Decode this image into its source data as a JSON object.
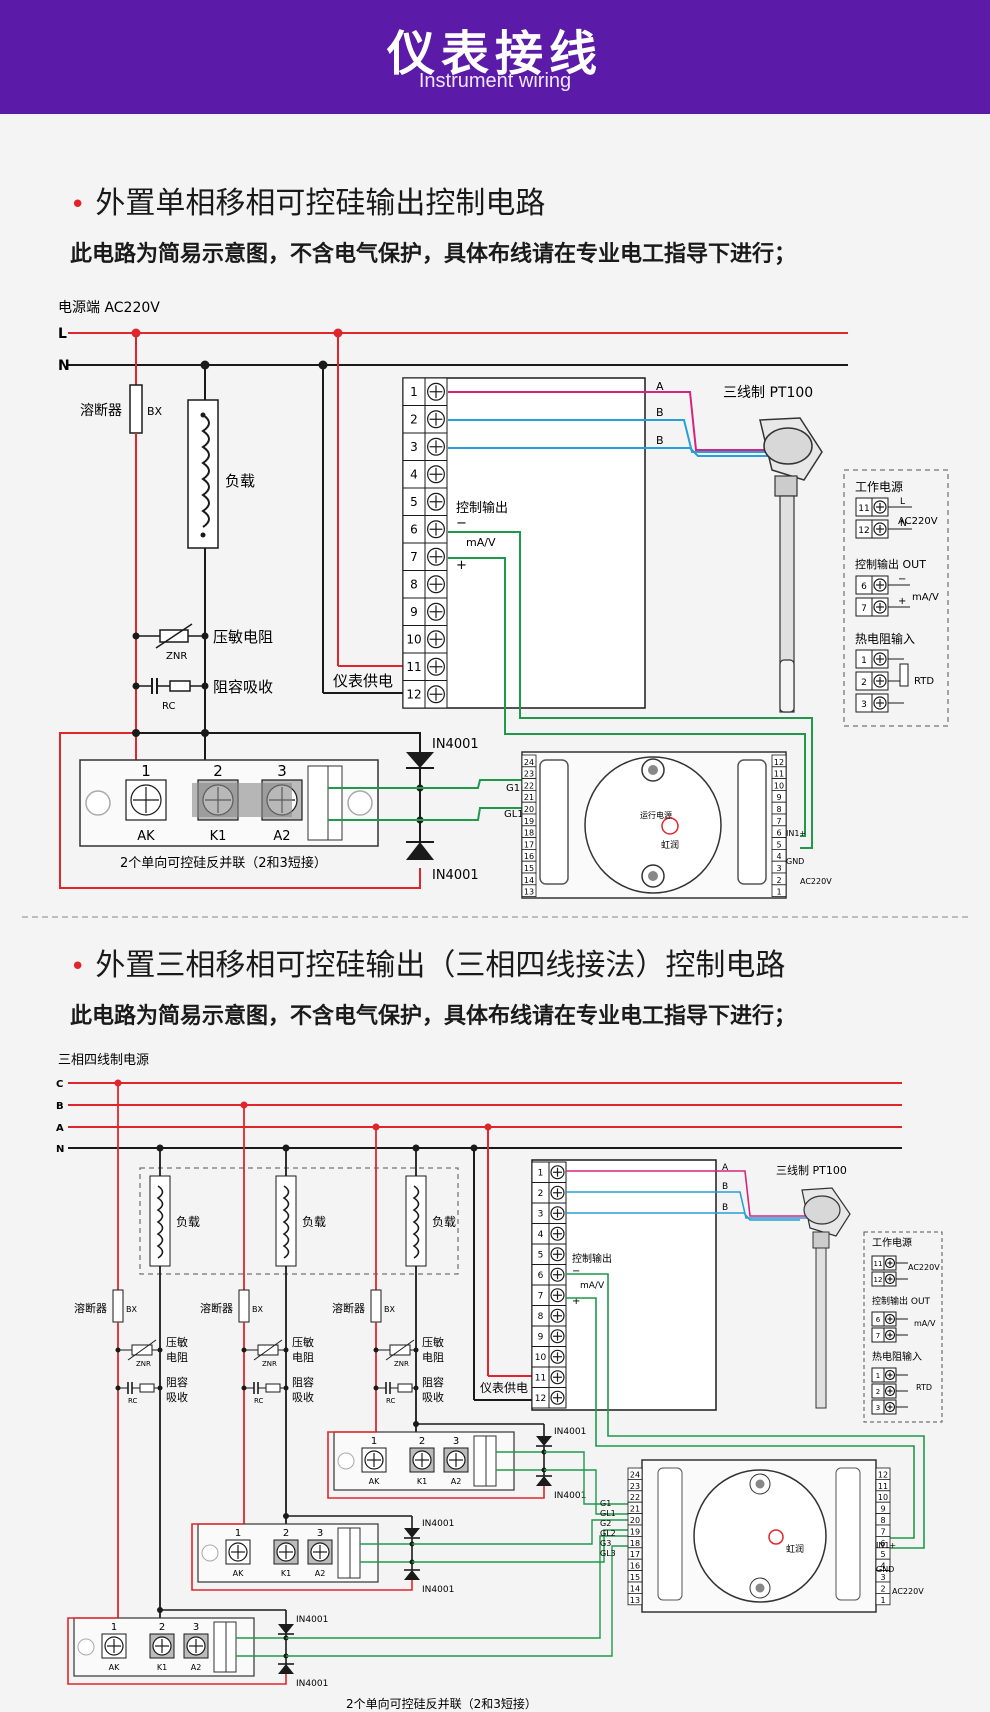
{
  "header": {
    "title": "仪表接线",
    "subtitle": "Instrument wiring"
  },
  "section1": {
    "title": "外置单相移相可控硅输出控制电路",
    "note": "此电路为简易示意图，不含电气保护，具体布线请在专业电工指导下进行；",
    "power_label": "电源端   AC220V",
    "lines": [
      "L",
      "N"
    ],
    "fuse_label": "溶断器",
    "fuse_code": "BX",
    "load_label": "负载",
    "varistor_label": "压敏电阻",
    "varistor_code": "ZNR",
    "snubber_label": "阻容吸收",
    "snubber_code": "RC",
    "terminals": [
      "1",
      "2",
      "3",
      "4",
      "5",
      "6",
      "7",
      "8",
      "9",
      "10",
      "11",
      "12"
    ],
    "wire_letters": [
      "A",
      "B",
      "B"
    ],
    "sensor_label": "三线制 PT100",
    "control_output": "控制输出",
    "ma_v": "mA/V",
    "minus": "−",
    "plus": "+",
    "meter_supply": "仪表供电",
    "diode": "IN4001",
    "scr_terminals": [
      "1",
      "2",
      "3"
    ],
    "scr_labels": [
      "AK",
      "K1",
      "A2"
    ],
    "scr_note": "2个单向可控硅反并联（2和3短接）",
    "trigger_terminals_left": [
      "24",
      "23",
      "22",
      "21",
      "20",
      "19",
      "18",
      "17",
      "16",
      "15",
      "14",
      "13"
    ],
    "trigger_terminals_right": [
      "12",
      "11",
      "10",
      "9",
      "8",
      "7",
      "6",
      "5",
      "4",
      "3",
      "2",
      "1"
    ],
    "trigger_signals": [
      "G1",
      "GL1"
    ],
    "trigger_inputs": [
      "IN1+",
      "GND"
    ],
    "trigger_power": "AC220V",
    "trigger_brand": "虹润",
    "trigger_status": [
      "运行",
      "电源"
    ],
    "legend": {
      "power_title": "工作电源",
      "power_rows": [
        [
          "11",
          "L"
        ],
        [
          "12",
          "N"
        ]
      ],
      "power_value": "AC220V",
      "out_title": "控制输出 OUT",
      "out_rows": [
        [
          "6",
          "−"
        ],
        [
          "7",
          "+"
        ]
      ],
      "out_value": "mA/V",
      "rtd_title": "热电阻输入",
      "rtd_rows": [
        "1",
        "2",
        "3"
      ],
      "rtd_value": "RTD"
    }
  },
  "section2": {
    "title": "外置三相移相可控硅输出（三相四线接法）控制电路",
    "note": "此电路为简易示意图，不含电气保护，具体布线请在专业电工指导下进行；",
    "power_label": "三相四线制电源",
    "lines": [
      "C",
      "B",
      "A",
      "N"
    ],
    "load_label": "负载",
    "fuse_label": "溶断器",
    "fuse_code": "BX",
    "varistor_label_1": "压敏",
    "varistor_label_2": "电阻",
    "varistor_code": "ZNR",
    "snubber_label_1": "阻容",
    "snubber_label_2": "吸收",
    "snubber_code": "RC",
    "meter_supply": "仪表供电",
    "diode": "IN4001",
    "trigger_signals": [
      "G1",
      "GL1",
      "G2",
      "GL2",
      "G3",
      "GL3"
    ],
    "scr_note": "2个单向可控硅反并联（2和3短接）"
  },
  "colors": {
    "header": "#5b1ba8",
    "red": "#e0262b",
    "black": "#1a1a1a",
    "magenta": "#d6247e",
    "blue": "#2a9fd6",
    "green": "#1f9a4a"
  }
}
